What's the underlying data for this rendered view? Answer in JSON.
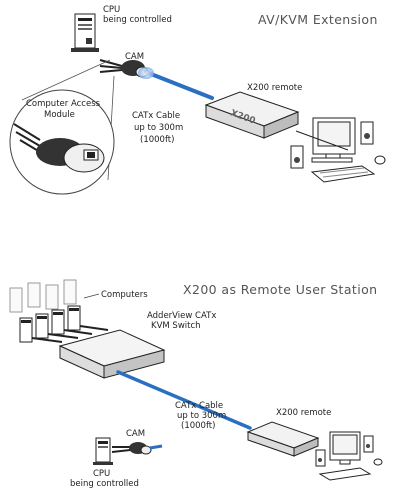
{
  "diagram_top": {
    "title": "AV/KVM Extension",
    "cpu_label_line1": "CPU",
    "cpu_label_line2": "being controlled",
    "cam_label": "CAM",
    "cable_line1": "CATx Cable",
    "cable_line2": "up to 300m",
    "cable_line3": "(1000ft)",
    "remote_label": "X200 remote",
    "cam_module_line1": "Computer Access",
    "cam_module_line2": "Module",
    "device_logo": "X200"
  },
  "diagram_bottom": {
    "title": "X200 as Remote User Station",
    "computers_label": "Computers",
    "switch_line1": "AdderView CATx",
    "switch_line2": "KVM Switch",
    "cable_line1": "CATx Cable",
    "cable_line2": "up to 300m",
    "cable_line3": "(1000ft)",
    "remote_label": "X200 remote",
    "cam_label": "CAM",
    "cpu_label_line1": "CPU",
    "cpu_label_line2": "being controlled"
  },
  "colors": {
    "cable_blue": "#2b6fc2",
    "ink": "#222222",
    "title_gray": "#555555"
  }
}
